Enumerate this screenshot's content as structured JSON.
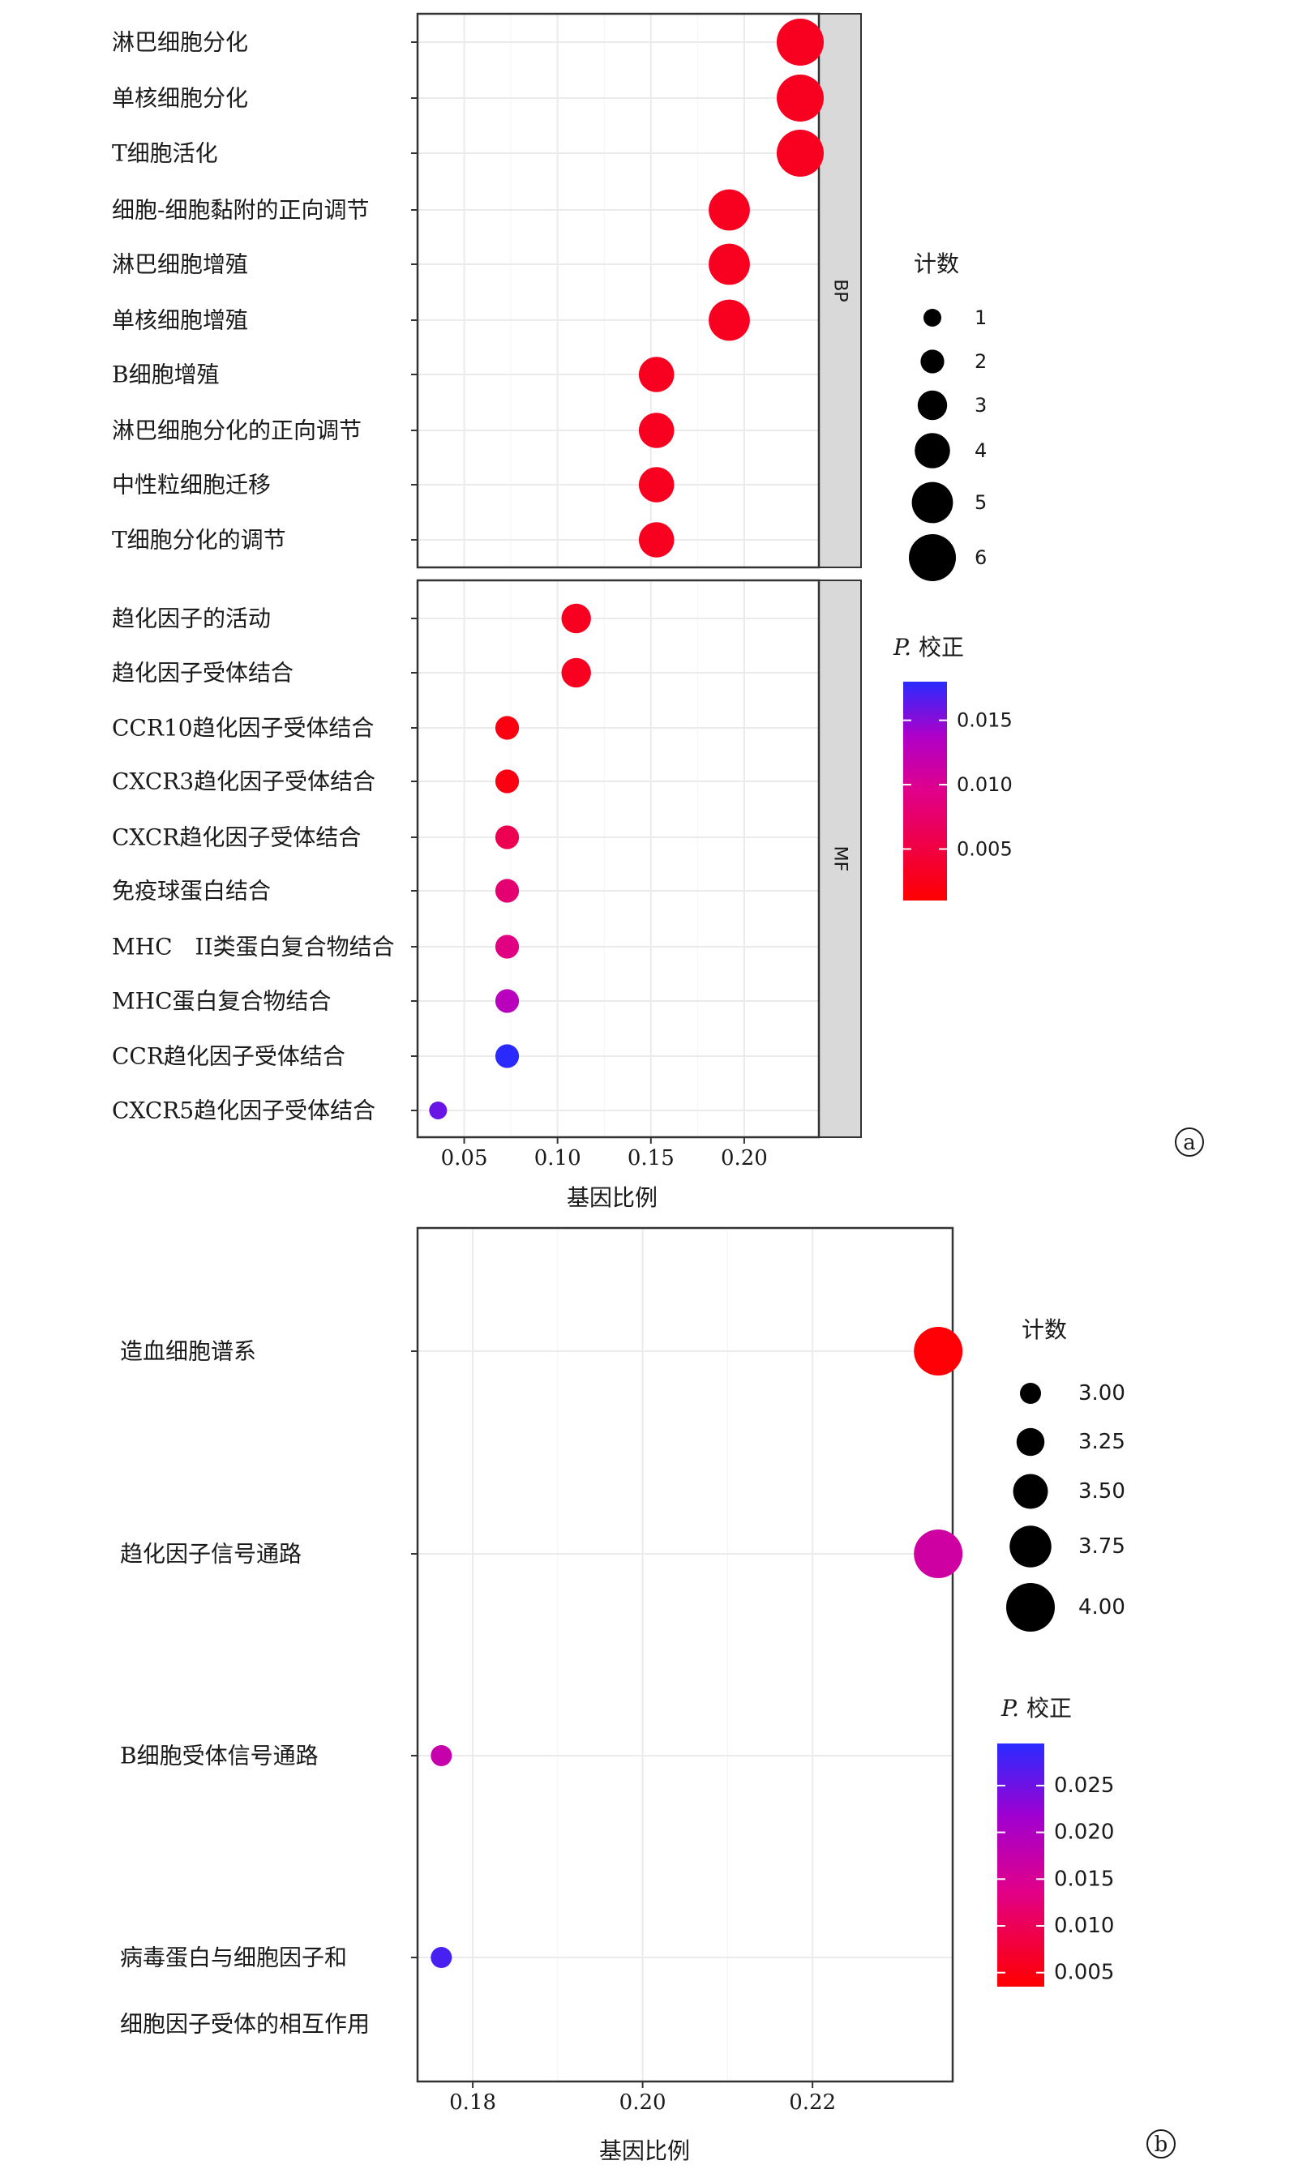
{
  "colors": {
    "high": "#ff0000",
    "mid": "#cc00aa",
    "low": "#0000ff",
    "strip": "#d9d9d9",
    "grid": "#ebebeb",
    "frame": "#333333"
  },
  "chart_data": [
    {
      "type": "scatter",
      "panel_label": "a",
      "xlabel": "基因比例",
      "xlim": [
        0.025,
        0.24
      ],
      "xticks": [
        0.05,
        0.1,
        0.15,
        0.2
      ],
      "xtick_labels": [
        "0.05",
        "0.10",
        "0.15",
        "0.20"
      ],
      "facets": [
        {
          "name": "BP",
          "categories": [
            "淋巴细胞分化",
            "单核细胞分化",
            "T细胞活化",
            "细胞-细胞黏附的正向调节",
            "淋巴细胞增殖",
            "单核细胞增殖",
            "B细胞增殖",
            "淋巴细胞分化的正向调节",
            "中性粒细胞迁移",
            "T细胞分化的调节"
          ],
          "x": [
            0.23,
            0.23,
            0.23,
            0.192,
            0.192,
            0.192,
            0.153,
            0.153,
            0.153,
            0.153
          ],
          "count": [
            6,
            6,
            6,
            5,
            5,
            5,
            4,
            4,
            4,
            4
          ],
          "p_adjust": [
            0.003,
            0.003,
            0.003,
            0.003,
            0.003,
            0.003,
            0.003,
            0.003,
            0.003,
            0.003
          ]
        },
        {
          "name": "MF",
          "categories": [
            "趋化因子的活动",
            "趋化因子受体结合",
            "CCR10趋化因子受体结合",
            "CXCR3趋化因子受体结合",
            "CXCR趋化因子受体结合",
            "免疫球蛋白结合",
            "MHC　II类蛋白复合物结合",
            "MHC蛋白复合物结合",
            "CCR趋化因子受体结合",
            "CXCR5趋化因子受体结合"
          ],
          "x": [
            0.11,
            0.11,
            0.073,
            0.073,
            0.073,
            0.073,
            0.073,
            0.073,
            0.073,
            0.036
          ],
          "count": [
            3,
            3,
            2,
            2,
            2,
            2,
            2,
            2,
            2,
            1
          ],
          "p_adjust": [
            0.003,
            0.003,
            0.002,
            0.002,
            0.006,
            0.008,
            0.009,
            0.013,
            0.018,
            0.016
          ]
        }
      ],
      "size_legend": {
        "title": "计数",
        "values": [
          1,
          2,
          3,
          4,
          5,
          6
        ],
        "labels": [
          "1",
          "2",
          "3",
          "4",
          "5",
          "6"
        ]
      },
      "color_legend": {
        "title_italic": "P.",
        "title_rest": " 校正",
        "range": [
          0.001,
          0.018
        ],
        "ticks": [
          0.015,
          0.01,
          0.005
        ],
        "tick_labels": [
          "0.015",
          "0.010",
          "0.005"
        ]
      }
    },
    {
      "type": "scatter",
      "panel_label": "b",
      "xlabel": "基因比例",
      "xlim": [
        0.1735,
        0.2365
      ],
      "xticks": [
        0.18,
        0.2,
        0.22
      ],
      "xtick_labels": [
        "0.18",
        "0.20",
        "0.22"
      ],
      "categories": [
        "造血细胞谱系",
        "趋化因子信号通路",
        "B细胞受体信号通路",
        "病毒蛋白与细胞因子和细胞因子受体的相互作用"
      ],
      "category_lines": [
        [
          "造血细胞谱系"
        ],
        [
          "趋化因子信号通路"
        ],
        [
          "B细胞受体信号通路"
        ],
        [
          "病毒蛋白与细胞因子和",
          "细胞因子受体的相互作用"
        ]
      ],
      "x": [
        0.2348,
        0.2348,
        0.1763,
        0.1763
      ],
      "count": [
        4,
        4,
        3,
        3
      ],
      "p_adjust": [
        0.004,
        0.019,
        0.02,
        0.028
      ],
      "size_legend": {
        "title": "计数",
        "values": [
          3.0,
          3.25,
          3.5,
          3.75,
          4.0
        ],
        "labels": [
          "3.00",
          "3.25",
          "3.50",
          "3.75",
          "4.00"
        ]
      },
      "color_legend": {
        "title_italic": "P.",
        "title_rest": " 校正",
        "range": [
          0.0035,
          0.0295
        ],
        "ticks": [
          0.025,
          0.02,
          0.015,
          0.01,
          0.005
        ],
        "tick_labels": [
          "0.025",
          "0.020",
          "0.015",
          "0.010",
          "0.005"
        ]
      }
    }
  ]
}
